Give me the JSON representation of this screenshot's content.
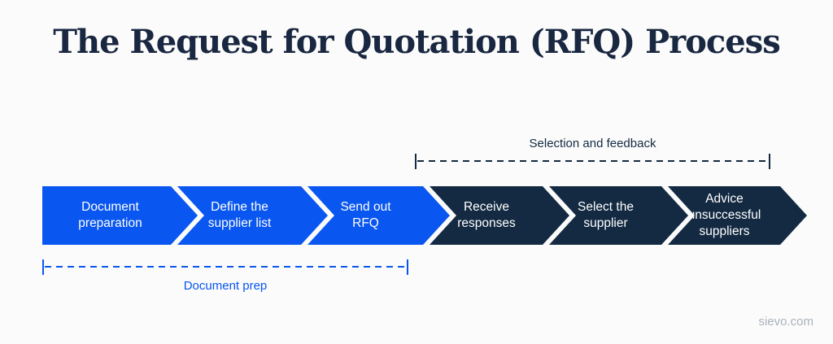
{
  "title": "The Request for Quotation (RFQ) Process",
  "colors": {
    "blue": "#0956f0",
    "navy": "#132a42",
    "title-navy": "#192740",
    "footer-gray": "#a9b2bc",
    "bg": "#fbfbfb",
    "step-text": "#ffffff"
  },
  "process": {
    "steps": [
      {
        "id": "document-preparation",
        "label": "Document\npreparation",
        "phase": "blue"
      },
      {
        "id": "define-supplier-list",
        "label": "Define the\nsupplier list",
        "phase": "blue"
      },
      {
        "id": "send-out-rfq",
        "label": "Send out\nRFQ",
        "phase": "blue"
      },
      {
        "id": "receive-responses",
        "label": "Receive\nresponses",
        "phase": "navy"
      },
      {
        "id": "select-supplier",
        "label": "Select the\nsupplier",
        "phase": "navy"
      },
      {
        "id": "advice-unsuccessful-suppliers",
        "label": "Advice\nunsuccessful\nsuppliers",
        "phase": "navy"
      }
    ],
    "brackets": {
      "top": {
        "label": "Selection and feedback"
      },
      "bottom": {
        "label": "Document prep"
      }
    }
  },
  "footer": {
    "site": "sievo.com"
  }
}
